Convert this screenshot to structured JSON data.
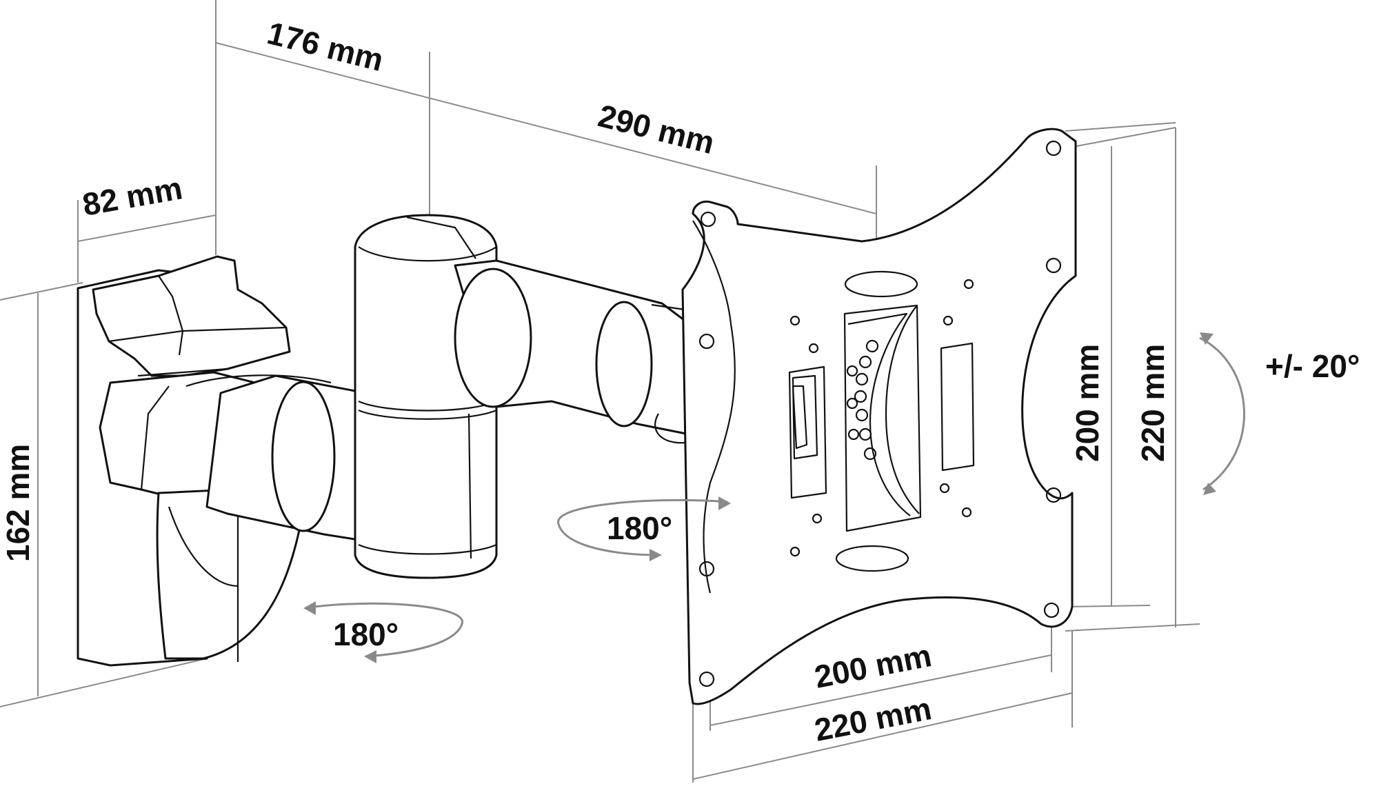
{
  "labels": {
    "depth_82": "82 mm",
    "depth_176": "176 mm",
    "depth_290": "290 mm",
    "height_162": "162 mm",
    "vesa_v_200": "200 mm",
    "vesa_v_220": "220 mm",
    "vesa_h_200": "200 mm",
    "vesa_h_220": "220 mm",
    "tilt": "+/- 20°",
    "swivel_arm": "180°",
    "swivel_plate": "180°"
  },
  "colors": {
    "outline": "#111111",
    "dimension_line": "#8a8a8a",
    "background": "#ffffff"
  }
}
